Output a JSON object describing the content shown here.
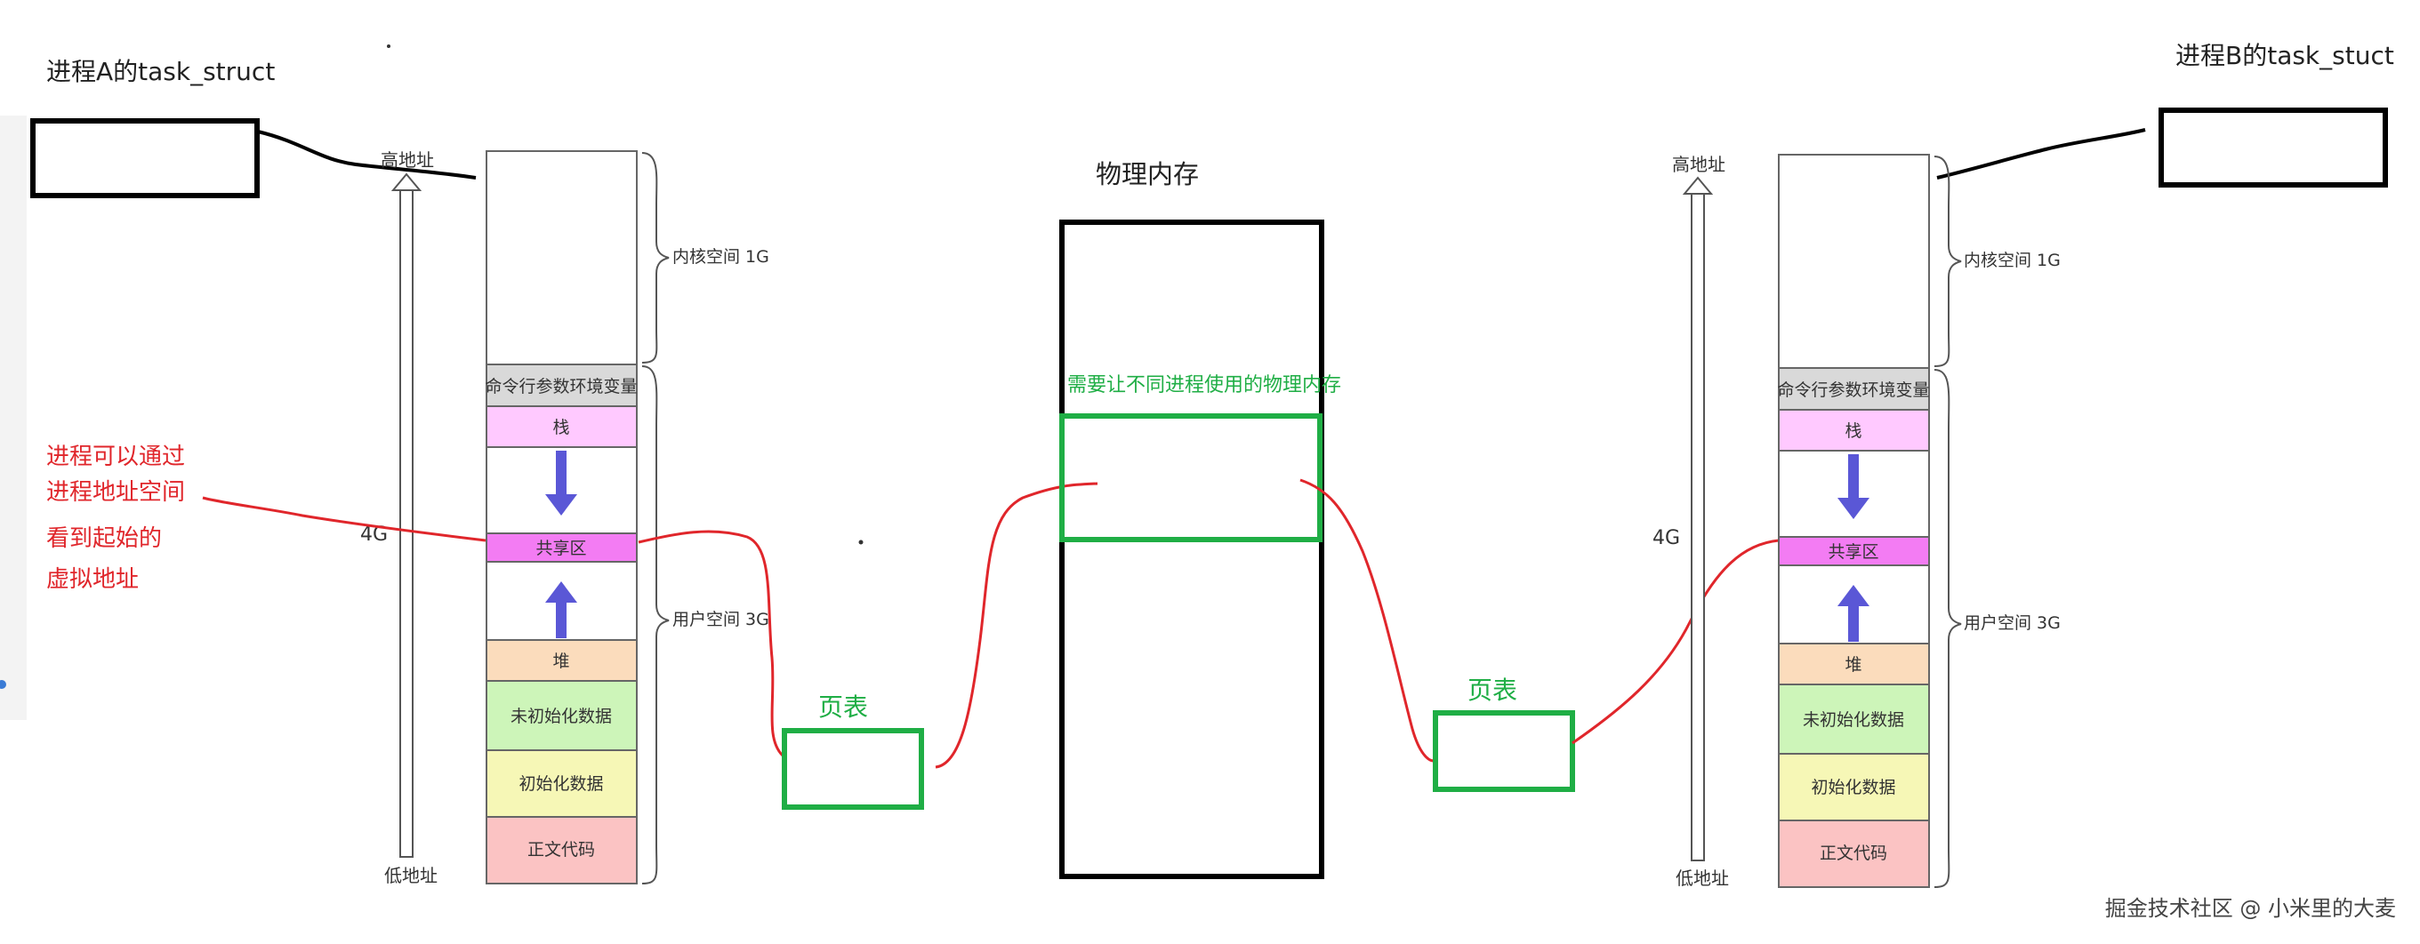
{
  "colors": {
    "kernel": "#ffffff",
    "args": "#d9d9d9",
    "stack": "#ffc9ff",
    "shared": "#f37cf3",
    "heap": "#fbdcbc",
    "bss": "#cdf5b9",
    "data": "#f6f7b6",
    "text": "#fbc3c3",
    "green": "#1fae45",
    "red": "#e0262b",
    "arrow_blue": "#5a57d6"
  },
  "left": {
    "title": "进程A的task_struct",
    "high_addr": "高地址",
    "low_addr": "低地址",
    "total_label": "4G",
    "kernel_label": "内核空间 1G",
    "user_label": "用户空间 3G",
    "segments": {
      "args": "命令行参数环境变量",
      "stack": "栈",
      "shared": "共享区",
      "heap": "堆",
      "bss": "未初始化数据",
      "data": "初始化数据",
      "text": "正文代码"
    },
    "annotation": [
      "进程可以通过",
      "进程地址空间",
      "看到起始的",
      "虚拟地址"
    ]
  },
  "right": {
    "title": "进程B的task_stuct",
    "high_addr": "高地址",
    "low_addr": "低地址",
    "total_label": "4G",
    "kernel_label": "内核空间 1G",
    "user_label": "用户空间 3G",
    "segments": {
      "args": "命令行参数环境变量",
      "stack": "栈",
      "shared": "共享区",
      "heap": "堆",
      "bss": "未初始化数据",
      "data": "初始化数据",
      "text": "正文代码"
    }
  },
  "page_table_left": "页表",
  "page_table_right": "页表",
  "physical_memory": {
    "title": "物理内存",
    "note": "需要让不同进程使用的物理内存"
  },
  "watermark": "掘金技术社区 @ 小米里的大麦"
}
